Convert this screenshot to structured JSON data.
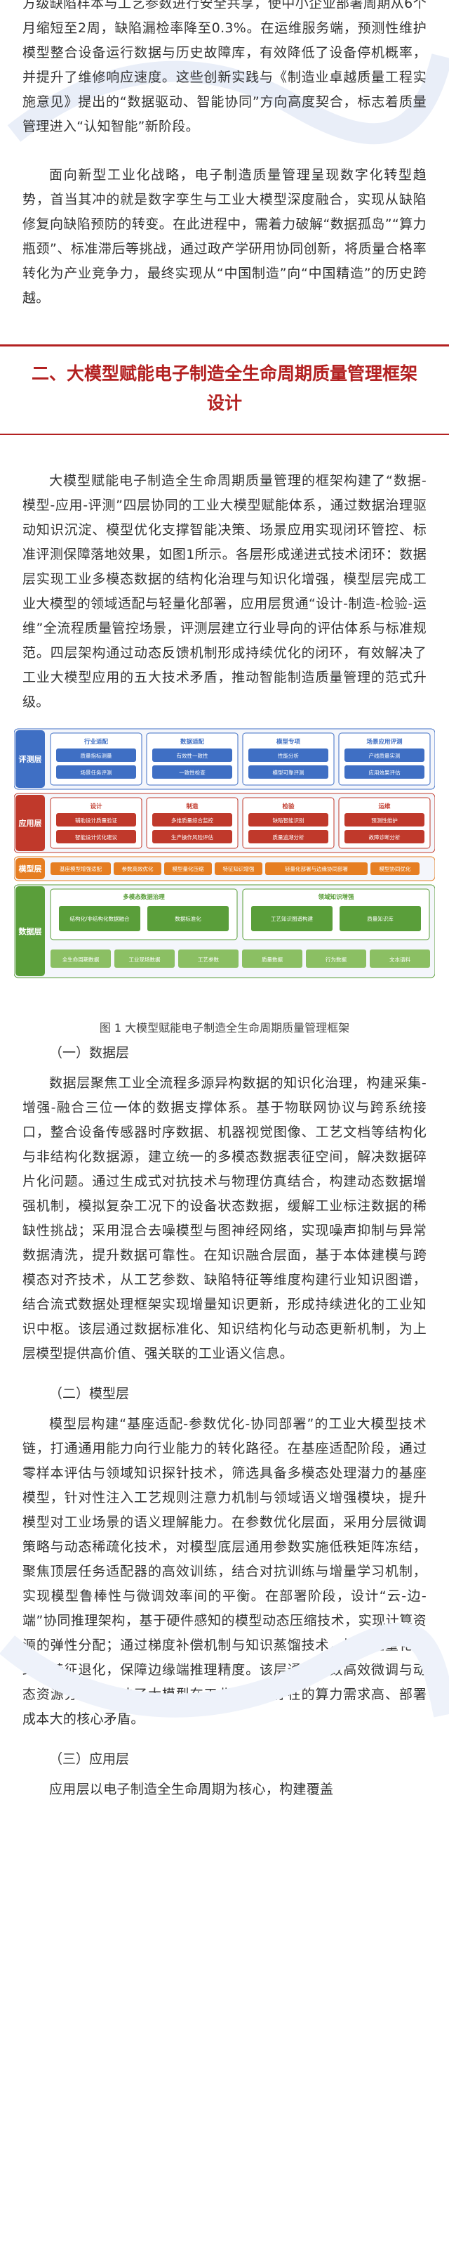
{
  "intro": {
    "paragraph1": "方级缺陷样本与工艺参数进行安全共享，使中小企业部署周期从6个月缩短至2周，缺陷漏检率降至0.3%。在运维服务端，预测性维护模型整合设备运行数据与历史故障库，有效降低了设备停机概率，并提升了维修响应速度。这些创新实践与《制造业卓越质量工程实施意见》提出的“数据驱动、智能协同”方向高度契合，标志着质量管理进入“认知智能”新阶段。",
    "paragraph2": "面向新型工业化战略，电子制造质量管理呈现数字化转型趋势，首当其冲的就是数字孪生与工业大模型深度融合，实现从缺陷修复向缺陷预防的转变。在此进程中，需着力破解“数据孤岛”“算力瓶颈”、标准滞后等挑战，通过政产学研用协同创新，将质量合格率转化为产业竞争力，最终实现从“中国制造”向“中国精造”的历史跨越。"
  },
  "section2": {
    "title": "二、大模型赋能电子制造全生命周期质量管理框架设计",
    "paragraph1": "大模型赋能电子制造全生命周期质量管理的框架构建了“数据-模型-应用-评测”四层协同的工业大模型赋能体系，通过数据治理驱动知识沉淀、模型优化支撑智能决策、场景应用实现闭环管控、标准评测保障落地效果，如图1所示。各层形成递进式技术闭环：数据层实现工业多模态数据的结构化治理与知识化增强，模型层完成工业大模型的领域适配与轻量化部署，应用层贯通“设计-制造-检验-运维”全流程质量管控场景，评测层建立行业导向的评估体系与标准规范。四层架构通过动态反馈机制形成持续优化的闭环，有效解决了工业大模型应用的五大技术矛盾，推动智能制造质量管理的范式升级。"
  },
  "figure1": {
    "caption": "图 1 大模型赋能电子制造全生命周期质量管理框架",
    "colors": {
      "eval": "#3f6fc4",
      "app": "#c0392b",
      "model": "#e67e22",
      "data": "#5a9e3a"
    },
    "layers": [
      {
        "label": "评测层",
        "groups": [
          {
            "title": "行业适配",
            "items": [
              "质量指标测量",
              "场景任务评测"
            ]
          },
          {
            "title": "数据适配",
            "items": [
              "有效性一致性",
              "一致性检查"
            ]
          },
          {
            "title": "模型专项",
            "items": [
              "性能分析",
              "模型可靠评测"
            ]
          },
          {
            "title": "场景应用评测",
            "items": [
              "产线质量实测",
              "应用效果评估"
            ]
          }
        ]
      },
      {
        "label": "应用层",
        "groups": [
          {
            "title": "设计",
            "items": [
              "辅助设计质量验证",
              "智能设计优化建议"
            ]
          },
          {
            "title": "制造",
            "items": [
              "多维质量综合监控",
              "生产操作风险评估"
            ]
          },
          {
            "title": "检验",
            "items": [
              "缺陷智能识别",
              "质量追溯分析"
            ]
          },
          {
            "title": "运维",
            "items": [
              "预测性维护",
              "故障诊断分析"
            ]
          }
        ]
      },
      {
        "label": "模型层",
        "groups": [
          {
            "title": "",
            "items": [
              "基座模型增强适配",
              "参数高效优化",
              "模型量化压缩",
              "特征知识增强",
              "轻量化部署与边缘协同部署",
              "模型协同优化"
            ]
          }
        ]
      },
      {
        "label": "数据层",
        "groups": [
          {
            "title": "多模态数据治理",
            "items": [
              "结构化/非结构化数据融合",
              "数据标准化"
            ]
          },
          {
            "title": "领域知识增强",
            "items": [
              "工艺知识图谱构建",
              "质量知识库"
            ]
          },
          {
            "title": "",
            "items": [
              "全生命周期数据",
              "工业现场数据",
              "工艺参数",
              "质量数据",
              "行为数据",
              "文本语料"
            ]
          }
        ]
      }
    ]
  },
  "subsections": [
    {
      "heading": "（一）数据层",
      "paragraph": "数据层聚焦工业全流程多源异构数据的知识化治理，构建采集-增强-融合三位一体的数据支撑体系。基于物联网协议与跨系统接口，整合设备传感器时序数据、机器视觉图像、工艺文档等结构化与非结构化数据源，建立统一的多模态数据表征空间，解决数据碎片化问题。通过生成式对抗技术与物理仿真结合，构建动态数据增强机制，模拟复杂工况下的设备状态数据，缓解工业标注数据的稀缺性挑战；采用混合去噪模型与图神经网络，实现噪声抑制与异常数据清洗，提升数据可靠性。在知识融合层面，基于本体建模与跨模态对齐技术，从工艺参数、缺陷特征等维度构建行业知识图谱，结合流式数据处理框架实现增量知识更新，形成持续进化的工业知识中枢。该层通过数据标准化、知识结构化与动态更新机制，为上层模型提供高价值、强关联的工业语义信息。"
    },
    {
      "heading": "（二）模型层",
      "paragraph": "模型层构建“基座适配-参数优化-协同部署”的工业大模型技术链，打通通用能力向行业能力的转化路径。在基座适配阶段，通过零样本评估与领域知识探针技术，筛选具备多模态处理潜力的基座模型，针对性注入工艺规则注意力机制与领域语义增强模块，提升模型对工业场景的语义理解能力。在参数优化层面，采用分层微调策略与动态稀疏化技术，对模型底层通用参数实施低秩矩阵冻结，聚焦顶层任务适配器的高效训练，结合对抗训练与增量学习机制，实现模型鲁棒性与微调效率间的平衡。在部署阶段，设计“云-边-端”协同推理架构，基于硬件感知的模型动态压缩技术，实现计算资源的弹性分配；通过梯度补偿机制与知识蒸馏技术，抑制轻量化导致的特征退化，保障边缘端推理精度。该层通过参数高效微调与动态资源分配，解决了大模型在工业场景中存在的算力需求高、部署成本大的核心矛盾。"
    },
    {
      "heading": "（三）应用层",
      "paragraph": "应用层以电子制造全生命周期为核心，构建覆盖"
    }
  ]
}
